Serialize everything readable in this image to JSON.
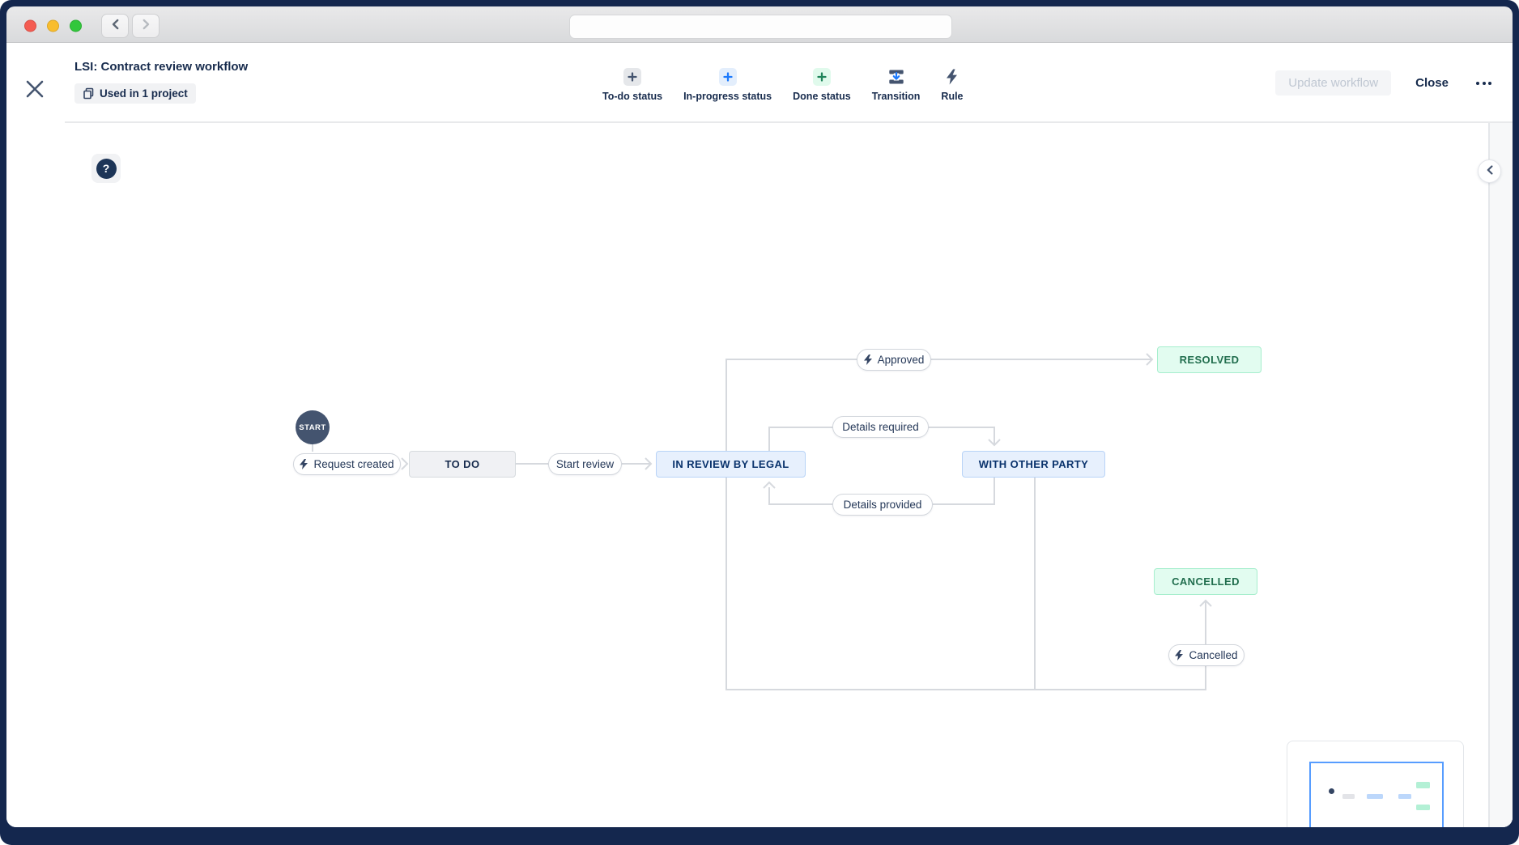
{
  "window": {
    "titlebar": {
      "url_value": ""
    },
    "header": {
      "title": "LSI: Contract review workflow",
      "badge_label": "Used in 1 project",
      "toolbar": [
        {
          "label": "To-do status",
          "icon": "plus-gray-icon"
        },
        {
          "label": "In-progress status",
          "icon": "plus-blue-icon"
        },
        {
          "label": "Done status",
          "icon": "plus-green-icon"
        },
        {
          "label": "Transition",
          "icon": "transition-icon"
        },
        {
          "label": "Rule",
          "icon": "rule-lightning-icon"
        }
      ],
      "update_label": "Update workflow",
      "close_label": "Close"
    },
    "help_glyph": "?",
    "diagram": {
      "start_label": "START",
      "statuses": {
        "todo": "TO DO",
        "in_review": "IN REVIEW BY LEGAL",
        "with_other_party": "WITH OTHER PARTY",
        "resolved": "RESOLVED",
        "cancelled": "CANCELLED"
      },
      "transitions": {
        "request_created": "Request created",
        "start_review": "Start review",
        "approved": "Approved",
        "details_required": "Details required",
        "details_provided": "Details provided",
        "cancelled": "Cancelled"
      }
    },
    "colors": {
      "frame_navy": "#14274e",
      "text_navy": "#172b4d",
      "status_gray_bg": "#f0f1f4",
      "status_blue_bg": "#e7f0fd",
      "status_blue_text": "#09326c",
      "status_green_bg": "#e2fcf0",
      "status_green_text": "#216e4e",
      "connector_gray": "#d6d9de",
      "accent_blue": "#1d7afc",
      "accent_green": "#1f845a",
      "minimap_viewport_blue": "#579dff"
    }
  }
}
